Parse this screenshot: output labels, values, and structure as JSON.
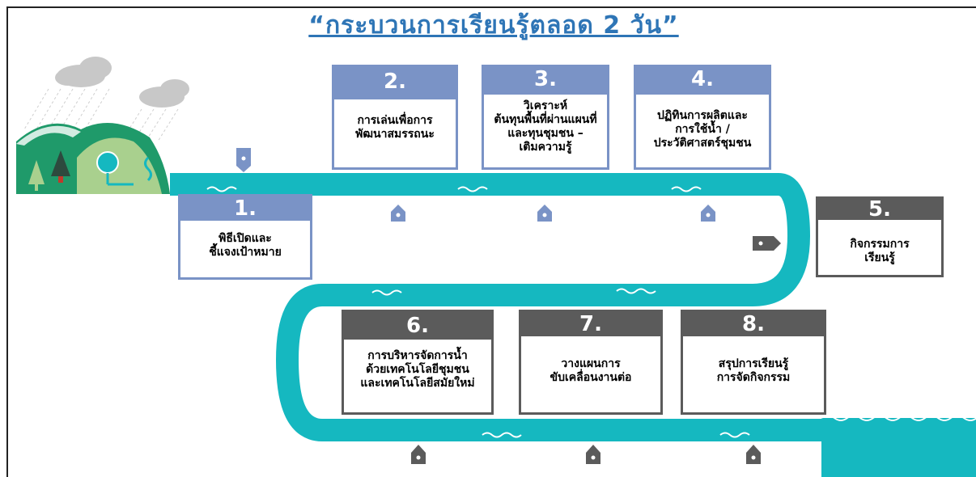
{
  "title": "“กระบวนการเรียนรู้ตลอด  2 วัน”",
  "steps": [
    {
      "num": "1.",
      "lines": [
        "พิธีเปิดและ",
        "ชี้แจงเป้าหมาย"
      ]
    },
    {
      "num": "2.",
      "lines": [
        "การเล่นเพื่อการ",
        "พัฒนาสมรรถนะ"
      ]
    },
    {
      "num": "3.",
      "lines": [
        "วิเคราะห์",
        "ต้นทุนพื้นที่ผ่านแผนที่",
        "และทุนชุมชน  –",
        "เติมความรู้"
      ]
    },
    {
      "num": "4.",
      "lines": [
        "ปฏิทินการผลิตและ",
        "การใช้น้ำ  /",
        "ประวัติศาสตร์ชุมชน"
      ]
    },
    {
      "num": "5.",
      "lines": [
        "กิจกรรมการ",
        "เรียนรู้"
      ]
    },
    {
      "num": "6.",
      "lines": [
        "การบริหารจัดการน้ำ",
        "ด้วยเทคโนโลยีชุมชน",
        "และเทคโนโลยีสมัยใหม่"
      ]
    },
    {
      "num": "7.",
      "lines": [
        "วางแผนการ",
        "ขับเคลื่อนงานต่อ"
      ]
    },
    {
      "num": "8.",
      "lines": [
        "สรุปการเรียนรู้",
        "การจัดกิจกรรม"
      ]
    }
  ],
  "colors": {
    "river": "#15b8c0",
    "card_blue": "#7a93c6",
    "card_gray": "#5b5b5b",
    "mountain": "#1f9a6a",
    "title": "#2e75b6"
  }
}
